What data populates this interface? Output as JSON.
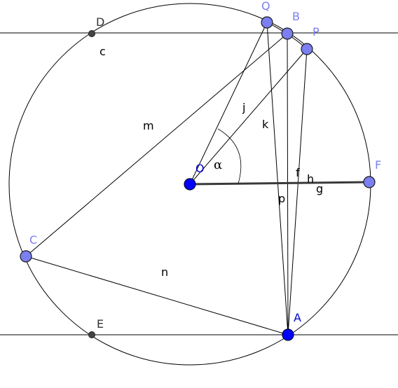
{
  "colors": {
    "free_point_fill": "#7b7ff0",
    "free_point_label": "#7b7ff0",
    "fixed_point_fill": "#0000ff",
    "fixed_point_label": "#0000cc",
    "small_point_fill": "#444444",
    "small_point_label": "#333333",
    "line": "#000000"
  },
  "labels": {
    "points": {
      "D": "D",
      "Q": "Q",
      "B": "B",
      "P": "P",
      "O": "O",
      "F": "F",
      "C": "C",
      "E": "E",
      "A": "A"
    },
    "objects": {
      "c": "c",
      "j": "j",
      "k": "k",
      "m": "m",
      "f": "f",
      "h": "h",
      "g": "g",
      "p": "p",
      "n": "n"
    },
    "angle": "α"
  }
}
